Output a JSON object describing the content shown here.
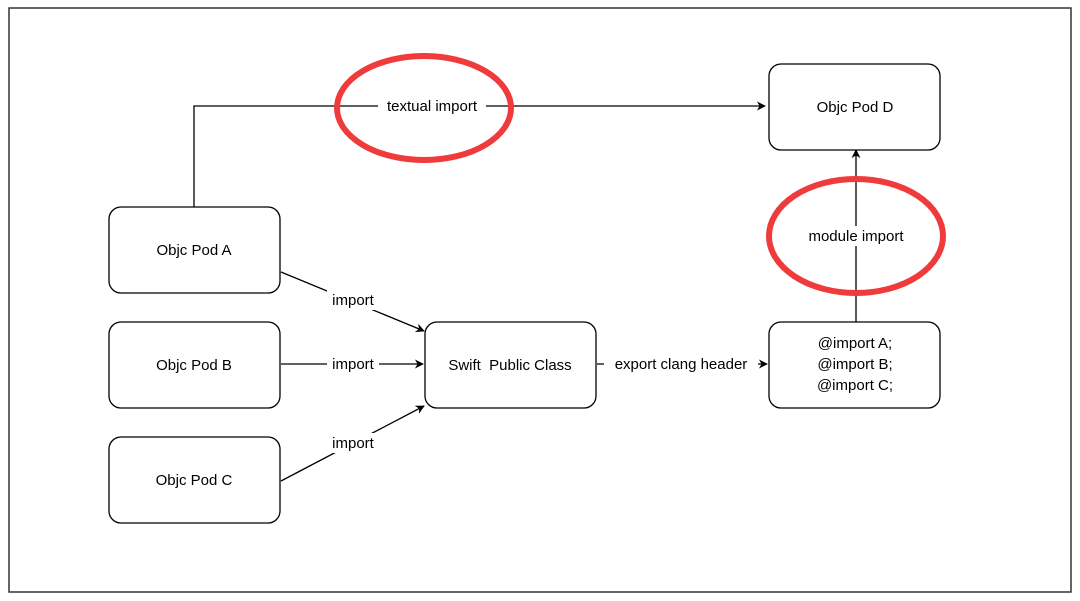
{
  "diagram": {
    "nodes": {
      "pod_a": "Objc Pod A",
      "pod_b": "Objc Pod B",
      "pod_c": "Objc Pod C",
      "pod_d": "Objc Pod D",
      "swift_class": "Swift  Public Class",
      "module_imports": [
        "@import A;",
        "@import B;",
        "@import C;"
      ]
    },
    "edges": {
      "a_to_d": "textual import",
      "a_to_swift": "import",
      "b_to_swift": "import",
      "c_to_swift": "import",
      "swift_to_imports": "export clang header",
      "imports_to_d": "module import"
    },
    "highlight_color": "#ef3b3b"
  }
}
